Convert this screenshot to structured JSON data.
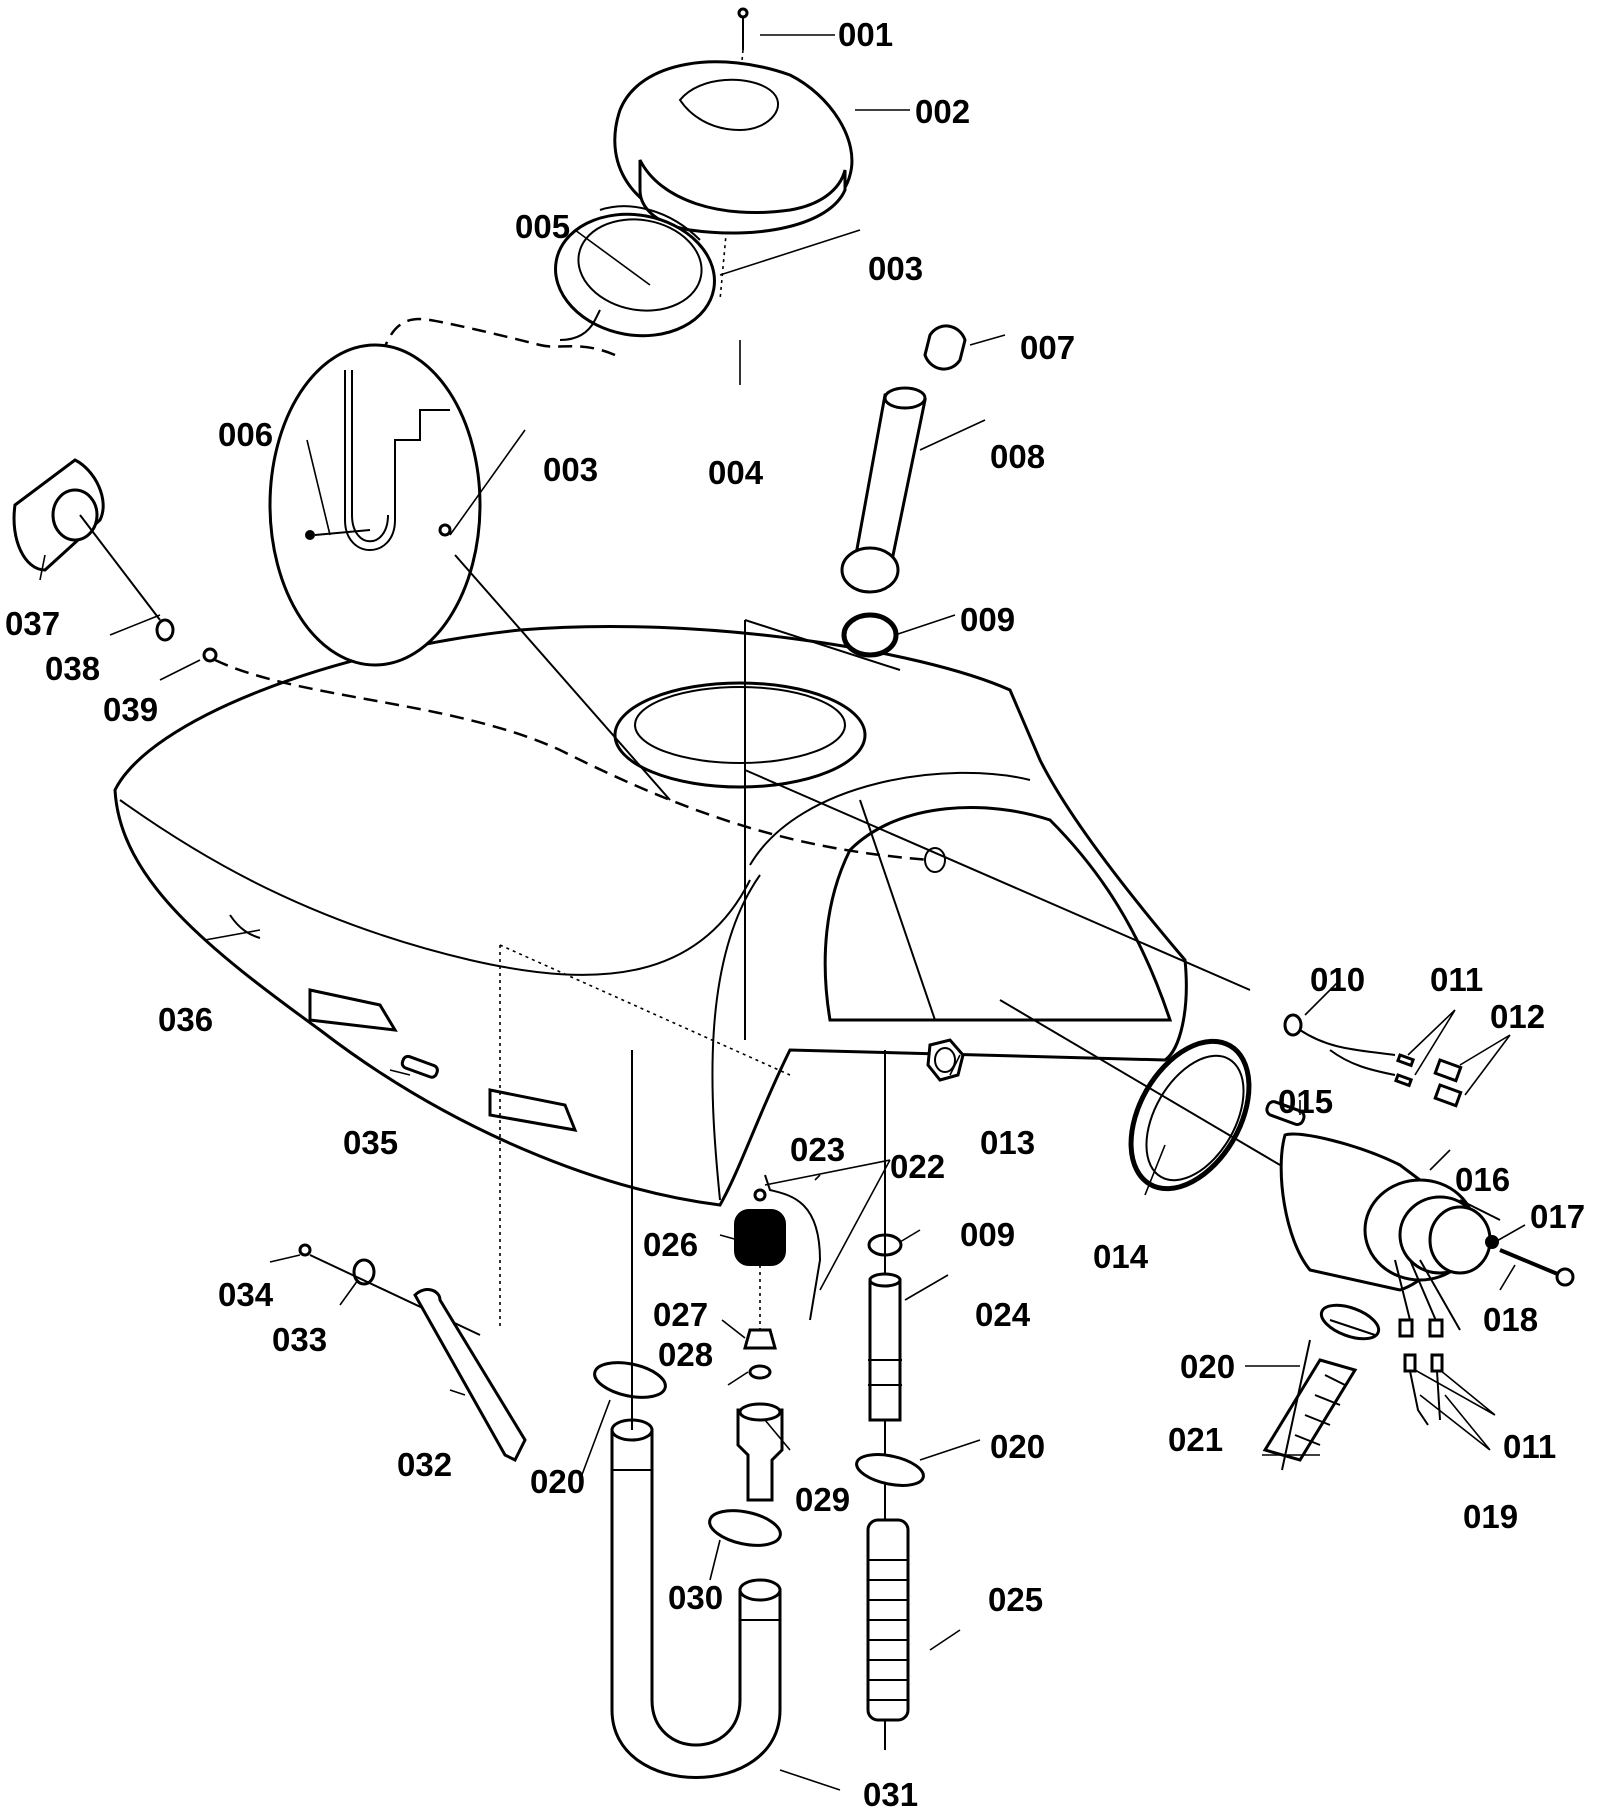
{
  "diagram": {
    "type": "exploded-parts-diagram",
    "labels": {
      "p001": "001",
      "p002": "002",
      "p003a": "003",
      "p003b": "003",
      "p004": "004",
      "p005": "005",
      "p006": "006",
      "p007": "007",
      "p008": "008",
      "p009a": "009",
      "p009b": "009",
      "p010": "010",
      "p011a": "011",
      "p011b": "011",
      "p012": "012",
      "p013": "013",
      "p014": "014",
      "p015": "015",
      "p016": "016",
      "p017": "017",
      "p018": "018",
      "p019": "019",
      "p020a": "020",
      "p020b": "020",
      "p020c": "020",
      "p021": "021",
      "p022": "022",
      "p023": "023",
      "p024": "024",
      "p025": "025",
      "p026": "026",
      "p027": "027",
      "p028": "028",
      "p029": "029",
      "p030": "030",
      "p031": "031",
      "p032": "032",
      "p033": "033",
      "p034": "034",
      "p035": "035",
      "p036": "036",
      "p037": "037",
      "p038": "038",
      "p039": "039"
    }
  }
}
